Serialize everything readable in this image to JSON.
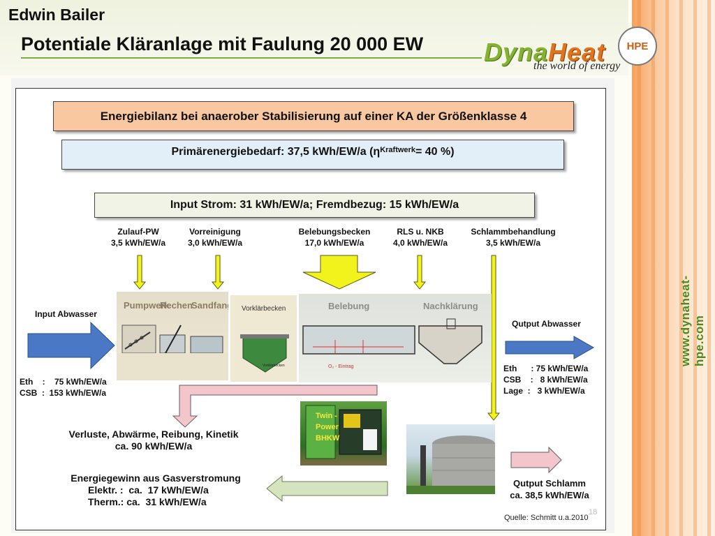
{
  "header": {
    "author": "Edwin Bailer",
    "title": "Potentiale Kläranlage mit Faulung 20 000 EW"
  },
  "logo": {
    "part1": "Dyna",
    "part2": "Heat",
    "badge": "HPE",
    "tagline": "the world of energy",
    "url": "www.dynaheat-hpe.com"
  },
  "diagram": {
    "box1": "Energiebilanz bei anaerober Stabilisierung auf einer KA der Größenklasse 4",
    "box2": {
      "prefix": "Primärenergiebedarf:  37,5 kWh/EW/a (",
      "eta": "η",
      "sub": "Kraftwerk",
      "suffix": " =  40 %)"
    },
    "box3": "Input Strom:  31 kWh/EW/a; Fremdbezug: 15 kWh/EW/a",
    "stages": [
      {
        "name": "Zulauf-PW",
        "value": "3,5 kWh/EW/a"
      },
      {
        "name": "Vorreinigung",
        "value": "3,0 kWh/EW/a"
      },
      {
        "name": "Belebungsbecken",
        "value": "17,0 kWh/EW/a"
      },
      {
        "name": "RLS u. NKB",
        "value": "4,0 kWh/EW/a"
      },
      {
        "name": "Schlammbehandlung",
        "value": "3,5 kWh/EW/a"
      }
    ],
    "process_labels": {
      "pumpwerk": "Pumpwerk",
      "rechen": "Rechen",
      "sandfang": "Sandfang",
      "vorklaer": "Vorklärbecken",
      "vorklaer_small": "Vorklärbecken",
      "belebung": "Belebung",
      "nachklaer": "Nachklärung",
      "o2": "O₂ - Eintrag"
    },
    "input_abwasser": {
      "title": "Input Abwasser",
      "eth": "Eth    :    75 kWh/EW/a",
      "csb": "CSB  :  153 kWh/EW/a"
    },
    "output_abwasser": {
      "title": "Qutput Abwasser",
      "eth": "Eth      : 75 kWh/EW/a",
      "csb": "CSB    :   8 kWh/EW/a",
      "lage": "Lage  :   3 kWh/EW/a"
    },
    "verluste": {
      "line1": "Verluste, Abwärme, Reibung, Kinetik",
      "line2": "ca. 90 kWh/EW/a"
    },
    "bhkw": {
      "line1": "Twin -",
      "line2": "Power",
      "line3": "BHKW"
    },
    "energiegewinn": {
      "line1": "Energiegewinn aus Gasverstromung",
      "line2": "Elektr. :  ca.  17 kWh/EW/a",
      "line3": "Therm.: ca.  31 kWh/EW/a"
    },
    "output_schlamm": {
      "title": "Qutput Schlamm",
      "value": "ca. 38,5 kWh/EW/a"
    },
    "source": "Quelle: Schmitt u.a.2010",
    "page_number": "18"
  },
  "colors": {
    "accent_green": "#86b232",
    "accent_orange": "#e0741e",
    "arrow_yellow": "#f2f21c",
    "arrow_blue": "#4b78c4",
    "arrow_pink": "#f3c6cc",
    "arrow_green": "#d3e4bf",
    "box1_fill": "#f9c7a0",
    "box2_fill": "#e2eef8"
  }
}
